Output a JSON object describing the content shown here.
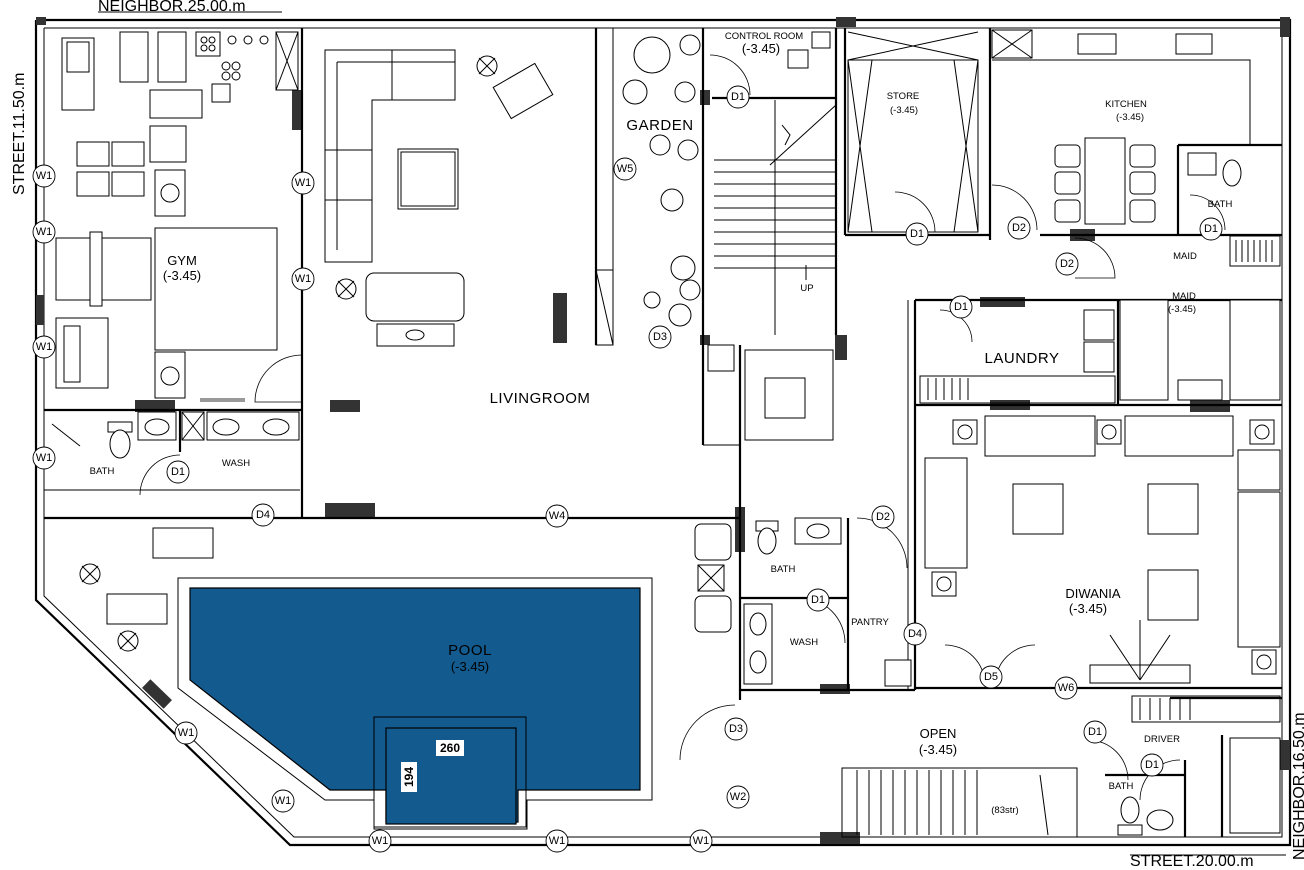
{
  "rooms": {
    "gym": {
      "name": "GYM",
      "level": "(-3.45)"
    },
    "livingroom": {
      "name": "LIVINGROOM"
    },
    "garden": {
      "name": "GARDEN"
    },
    "control_room": {
      "name": "CONTROL ROOM",
      "level": "(-3.45)"
    },
    "store": {
      "name": "STORE",
      "level": "(-3.45)"
    },
    "kitchen": {
      "name": "KITCHEN",
      "level": "(-3.45)"
    },
    "bath_kitchen": {
      "name": "BATH"
    },
    "maid_1": {
      "name": "MAID"
    },
    "maid_2": {
      "name": "MAID",
      "level": "(-3.45)"
    },
    "laundry": {
      "name": "LAUNDRY"
    },
    "bath_gym": {
      "name": "BATH"
    },
    "wash_gym": {
      "name": "WASH"
    },
    "diwania": {
      "name": "DIWANIA",
      "level": "(-3.45)"
    },
    "bath_mid": {
      "name": "BATH"
    },
    "wash_mid": {
      "name": "WASH"
    },
    "pantry": {
      "name": "PANTRY"
    },
    "pool": {
      "name": "POOL",
      "level": "(-3.45)",
      "dim_w": "260",
      "dim_h": "194"
    },
    "open": {
      "name": "OPEN",
      "level": "(-3.45)"
    },
    "driver": {
      "name": "DRIVER"
    },
    "bath_driver": {
      "name": "BATH"
    },
    "stair_up": {
      "name": "UP"
    },
    "stair_note": {
      "name": "(83str)"
    }
  },
  "edges": {
    "top": "NEIGHBOR.25.00.m",
    "bottom": "STREET.20.00.m",
    "left": "STREET.11.50.m",
    "right": "NEIGHBOR.16.50.m"
  },
  "tags": {
    "d1": "D1",
    "d2": "D2",
    "d3": "D3",
    "d4": "D4",
    "d5": "D5",
    "w1": "W1",
    "w2": "W2",
    "w4": "W4",
    "w5": "W5",
    "w6": "W6"
  }
}
